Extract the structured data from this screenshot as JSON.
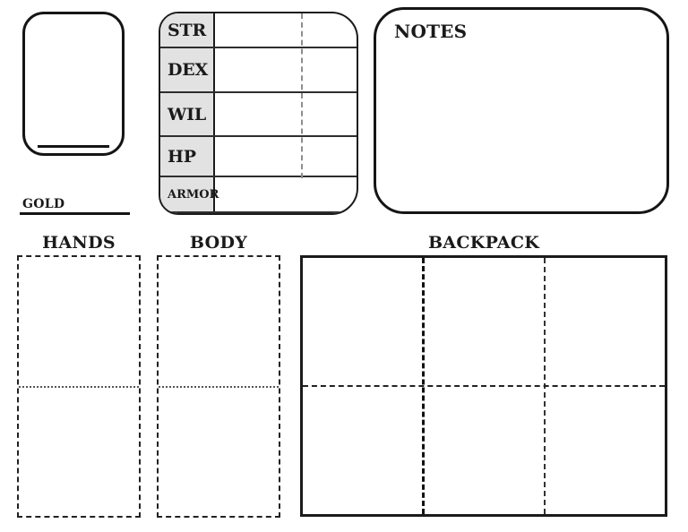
{
  "palette": {
    "ink": "#1a1a1a",
    "stat_cell_bg": "#e2e2e2",
    "stat_dash_divider": "#8d8d8d",
    "background": "#ffffff"
  },
  "gold": {
    "label": "GOLD"
  },
  "stats": {
    "rows": [
      {
        "label": "STR"
      },
      {
        "label": "DEX"
      },
      {
        "label": "WIL"
      },
      {
        "label": "HP"
      },
      {
        "label": "ARMOR"
      }
    ]
  },
  "notes": {
    "title": "NOTES"
  },
  "slots": {
    "hands": {
      "title": "HANDS"
    },
    "body": {
      "title": "BODY"
    },
    "backpack": {
      "title": "BACKPACK"
    }
  }
}
